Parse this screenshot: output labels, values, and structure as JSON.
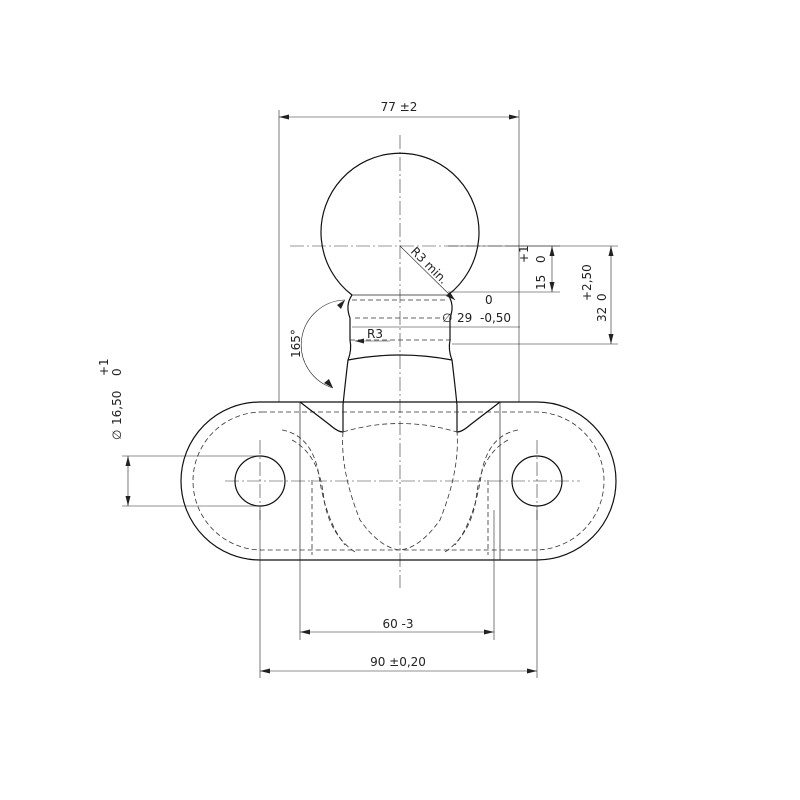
{
  "dimensions": {
    "overall_width": "77 ±2",
    "flange_length": "90 ±0,20",
    "hole_spacing": "60 -3",
    "ball_diameter": {
      "symbol": "∅",
      "nominal": "29",
      "upper": "0",
      "lower": "-0,50"
    },
    "neck_radius": "R3",
    "ball_radius_min": "R3 min.",
    "angle": "165°",
    "hole_diameter": {
      "symbol": "∅",
      "nominal": "16,50",
      "upper": "+1",
      "lower": "0"
    },
    "height_15": {
      "nominal": "15",
      "upper": "+1",
      "lower": "0"
    },
    "height_32": {
      "nominal": "32",
      "upper": "+2,50",
      "lower": "0"
    }
  },
  "colors": {
    "line": "#111111",
    "background": "#ffffff"
  }
}
